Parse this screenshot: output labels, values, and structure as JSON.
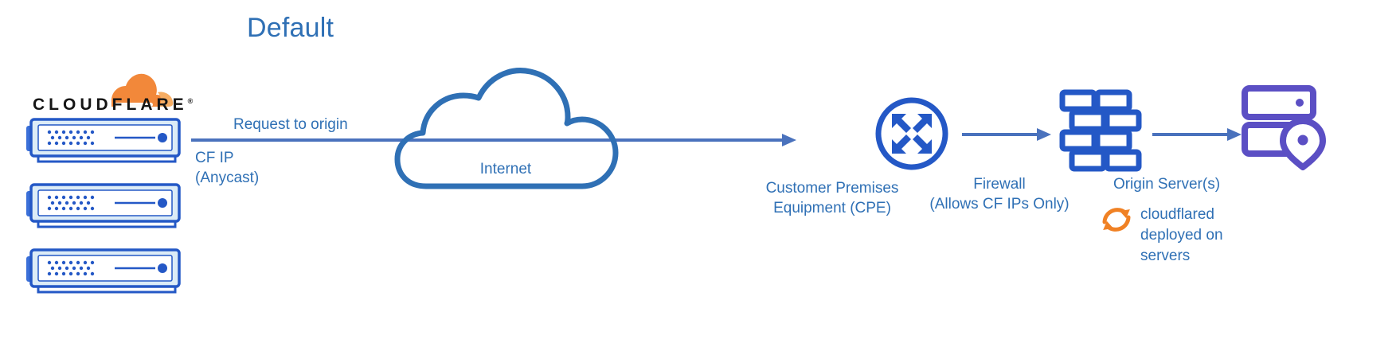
{
  "title": "Default",
  "colors": {
    "blue_text": "#2f70b5",
    "blue_line": "#4a72bd",
    "icon_blue": "#2458c6",
    "server_stroke": "#2458c6",
    "server_fill": "#eaf4fb",
    "purple": "#5b4fc4",
    "orange": "#f08124",
    "orange_dark": "#e8761a",
    "wordmark": "#151515"
  },
  "brand": {
    "wordmark": "CLOUDFLARE",
    "registered_mark": "®",
    "logo_icon": "cloudflare-cloud-logo",
    "server_count": 3
  },
  "connector": {
    "above_label": "Request to origin",
    "below_label_line1": "CF IP",
    "below_label_line2": "(Anycast)"
  },
  "nodes": [
    {
      "id": "internet",
      "icon": "cloud-icon",
      "label": "Internet"
    },
    {
      "id": "cpe",
      "icon": "router-icon",
      "label_line1": "Customer Premises",
      "label_line2": "Equipment (CPE)"
    },
    {
      "id": "firewall",
      "icon": "firewall-brick-icon",
      "label_line1": "Firewall",
      "label_line2": "(Allows CF IPs Only)"
    },
    {
      "id": "origin",
      "icon": "origin-server-icon",
      "label": "Origin Server(s)",
      "note_icon": "sync-arrows-icon",
      "note_line1": "cloudflared",
      "note_line2": "deployed on",
      "note_line3": "servers"
    }
  ]
}
